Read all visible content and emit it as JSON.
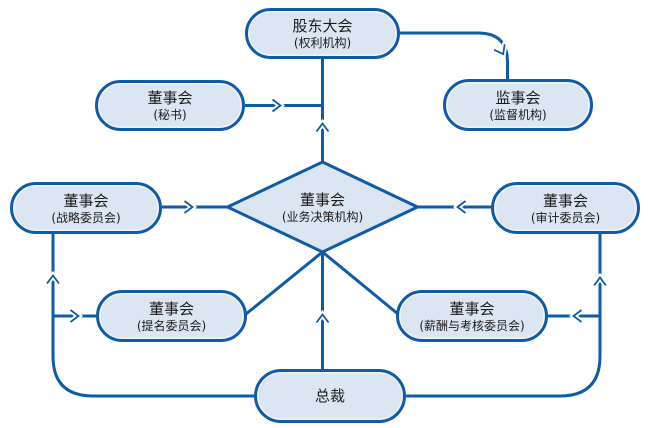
{
  "colors": {
    "line": "#0F5BA8",
    "node_fill": "#DCE6F2",
    "text": "#1B1B1B"
  },
  "nodes": {
    "shareholders": {
      "title": "股东大会",
      "subtitle": "(权利机构)"
    },
    "supervisory": {
      "title": "监事会",
      "subtitle": "(监督机构)"
    },
    "secretary": {
      "title": "董事会",
      "subtitle": "(秘书)"
    },
    "board": {
      "title": "董事会",
      "subtitle": "(业务决策机构)"
    },
    "strategy": {
      "title": "董事会",
      "subtitle": "(战略委员会)"
    },
    "audit": {
      "title": "董事会",
      "subtitle": "(审计委员会)"
    },
    "nomination": {
      "title": "董事会",
      "subtitle": "(提名委员会)"
    },
    "compensation": {
      "title": "董事会",
      "subtitle": "(薪酬与考核委员会)"
    },
    "president": {
      "title": "总裁"
    }
  },
  "edges": [
    {
      "from": "board",
      "to": "shareholders",
      "arrow": true
    },
    {
      "from": "secretary",
      "to": "board",
      "arrow": true
    },
    {
      "from": "shareholders",
      "to": "supervisory",
      "arrow": true
    },
    {
      "from": "strategy",
      "to": "board",
      "arrow": true
    },
    {
      "from": "audit",
      "to": "board",
      "arrow": true
    },
    {
      "from": "board",
      "to": "nomination",
      "arrow": false
    },
    {
      "from": "board",
      "to": "compensation",
      "arrow": false
    },
    {
      "from": "president",
      "to": "board",
      "arrow": true
    },
    {
      "from": "president",
      "to": "strategy",
      "arrow": true
    },
    {
      "from": "president",
      "to": "nomination",
      "arrow": true
    },
    {
      "from": "president",
      "to": "audit",
      "arrow": true
    },
    {
      "from": "president",
      "to": "compensation",
      "arrow": true
    }
  ]
}
